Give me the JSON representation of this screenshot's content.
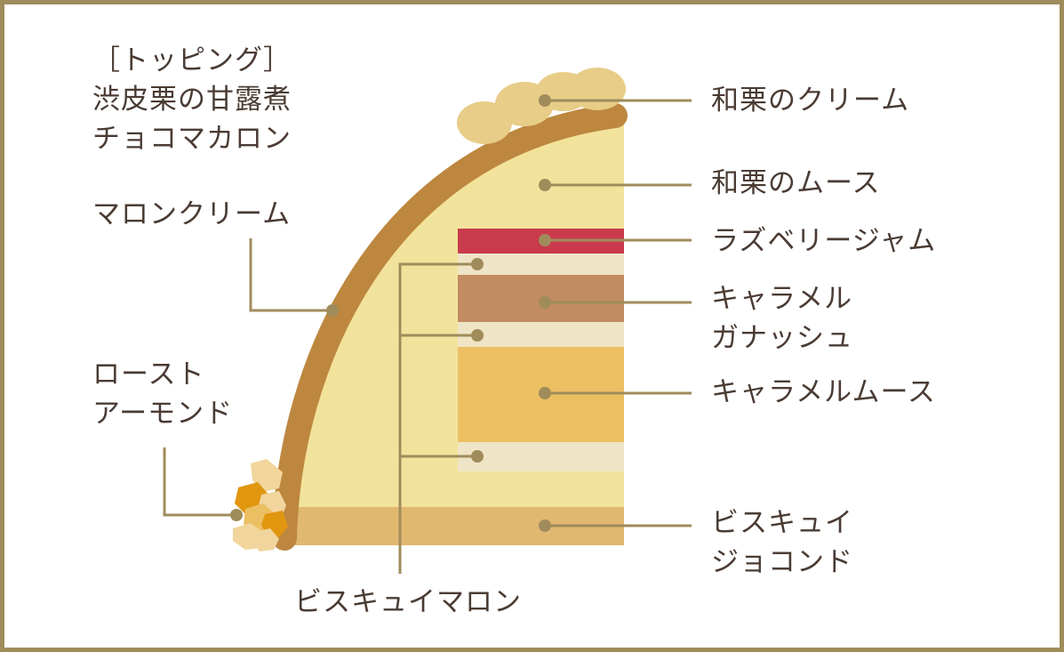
{
  "colors": {
    "frame": "#a08c5b",
    "leader_line": "#a08c5b",
    "text": "#4a3b33",
    "marron_cream": "#bd873f",
    "mousse": "#f2e39c",
    "raspberry_jam": "#c93b4c",
    "biscuit_marron": "#efe5c6",
    "ganache": "#c18c61",
    "caramel_mousse": "#ecbf62",
    "joconde": "#e1b870",
    "topping_chestnut": "#e7cd87",
    "almond_light": "#f1d59c",
    "almond_orange": "#e0960f"
  },
  "labels": {
    "topping_header": "［トッピング］",
    "topping_item_1": "渋皮栗の甘露煮",
    "topping_item_2": "チョコマカロン",
    "marron_cream": "マロンクリーム",
    "roast_almond_1": "ロースト",
    "roast_almond_2": "アーモンド",
    "biscuit_marron": "ビスキュイマロン",
    "waguri_cream": "和栗のクリーム",
    "waguri_mousse": "和栗のムース",
    "raspberry_jam": "ラズベリージャム",
    "caramel_ganache_1": "キャラメル",
    "caramel_ganache_2": "ガナッシュ",
    "caramel_mousse": "キャラメルムース",
    "biscuit_joconde_1": "ビスキュイ",
    "biscuit_joconde_2": "ジョコンド"
  }
}
